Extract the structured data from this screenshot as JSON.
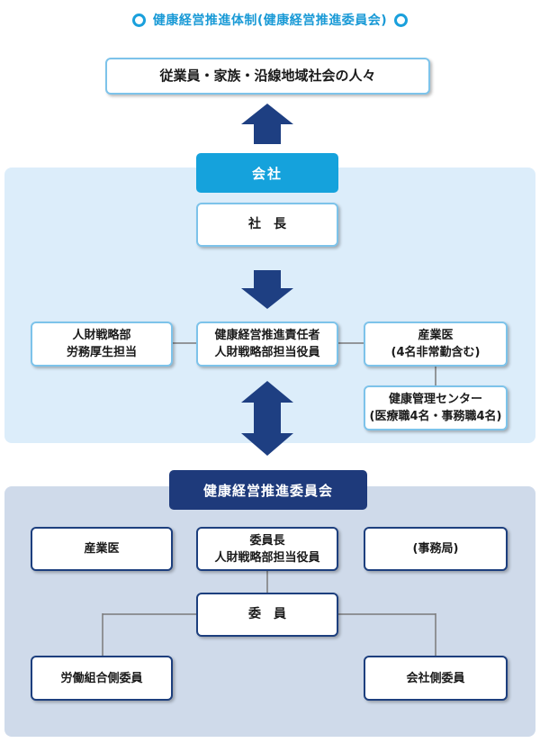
{
  "title": "健康経営推進体制(健康経営推進委員会)",
  "colors": {
    "accent_light": "#15a2dc",
    "accent_navy": "#1e3a7b",
    "panel_light": "#dcedfa",
    "panel_navy": "#cfdaea"
  },
  "top_box": "従業員・家族・沿線地域社会の人々",
  "company": {
    "header": "会社",
    "president": "社　長",
    "hr_dept": [
      "人財戦略部",
      "労務厚生担当"
    ],
    "officer": [
      "健康経営推進責任者",
      "人財戦略部担当役員"
    ],
    "doctor": [
      "産業医",
      "(4名非常勤含む)"
    ],
    "health_center": [
      "健康管理センター",
      "(医療職4名・事務職4名)"
    ]
  },
  "committee": {
    "header": "健康経営推進委員会",
    "doctor": "産業医",
    "chair": [
      "委員長",
      "人財戦略部担当役員"
    ],
    "secretariat": "(事務局)",
    "member": "委　員",
    "union": "労働組合側委員",
    "company_side": "会社側委員"
  }
}
